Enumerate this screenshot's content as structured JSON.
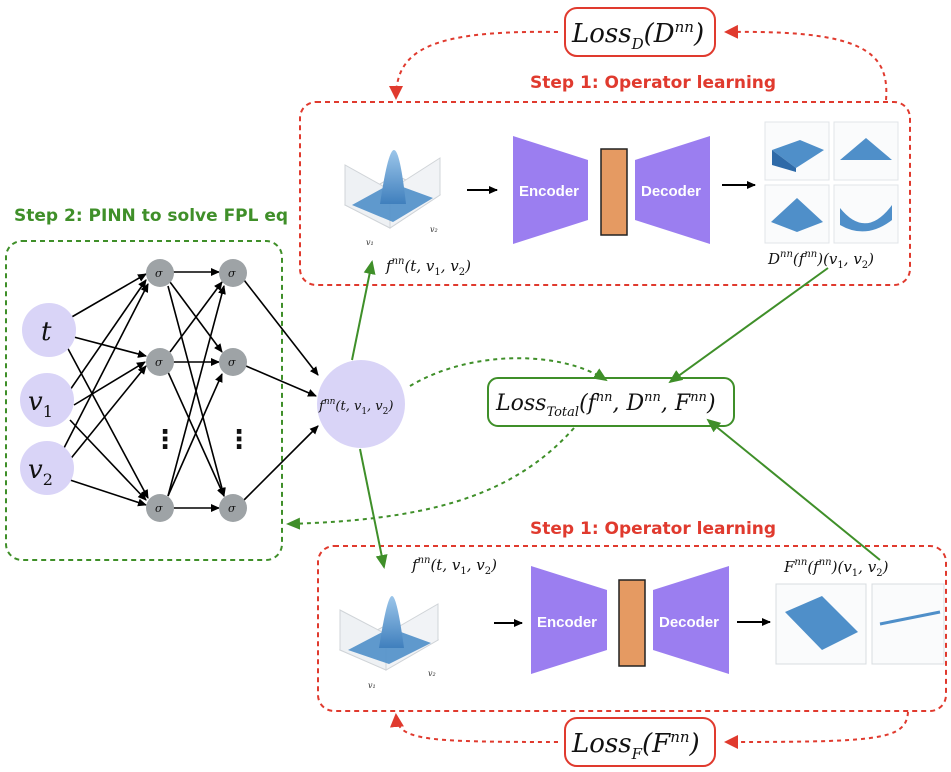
{
  "colors": {
    "red": "#e03a2e",
    "green": "#3f8f29",
    "node_purple": "#d9d4f7",
    "hidden_gray": "#9ea3a6",
    "trapezoid": "#9b7ef0",
    "latent": "#e59a62",
    "surface": "#4f8fc9"
  },
  "step1_top": {
    "label": "Step 1: Operator learning"
  },
  "step1_bottom": {
    "label": "Step 1: Operator learning"
  },
  "step2": {
    "label": "Step 2: PINN to solve FPL eq"
  },
  "loss_d": {
    "main": "Loss",
    "sub": "D",
    "arg": "(D",
    "sup": "nn",
    "close": ")"
  },
  "loss_f": {
    "main": "Loss",
    "sub": "F",
    "arg": "(F",
    "sup": "nn",
    "close": ")"
  },
  "loss_total": {
    "main": "Loss",
    "sub": "Total",
    "text": "(f",
    "sup1": "nn",
    "mid1": ", D",
    "sup2": "nn",
    "mid2": ", F",
    "sup3": "nn",
    "close": ")"
  },
  "input_nodes": [
    "t",
    "v",
    "v"
  ],
  "input_subs": [
    "",
    "1",
    "2"
  ],
  "hidden_symbol": "σ",
  "ellipsis": "⋮",
  "encoder_label": "Encoder",
  "decoder_label": "Decoder",
  "f_nn_center": {
    "f": "f",
    "sup": "nn",
    "args": "(t, v",
    "s1": "1",
    "mid": ", v",
    "s2": "2",
    "close": ")"
  },
  "f_nn_top": {
    "f": "f",
    "sup": "nn",
    "args": "(t, v",
    "s1": "1",
    "mid": ", v",
    "s2": "2",
    "close": ")"
  },
  "f_nn_bottom": {
    "f": "f",
    "sup": "nn",
    "args": "(t, v",
    "s1": "1",
    "mid": ", v",
    "s2": "2",
    "close": ")"
  },
  "d_output": {
    "f": "D",
    "sup": "nn",
    "mid": "(f",
    "sup2": "nn",
    "args": ")(v",
    "s1": "1",
    "mid2": ", v",
    "s2": "2",
    "close": ")"
  },
  "f_output": {
    "f": "F",
    "sup": "nn",
    "mid": "(f",
    "sup2": "nn",
    "args": ")(v",
    "s1": "1",
    "mid2": ", v",
    "s2": "2",
    "close": ")"
  }
}
